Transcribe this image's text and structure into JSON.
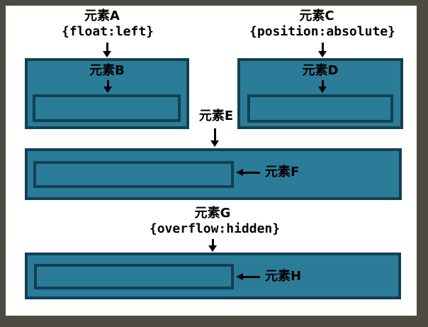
{
  "colors": {
    "frame": "#4c4a42",
    "canvas": "#ffffff",
    "box_fill": "#2b7c98",
    "box_border": "#143f53",
    "arrow": "#000000",
    "text": "#000000"
  },
  "labels": {
    "element_a": "元素A",
    "element_a_css": "{float:left}",
    "element_b": "元素B",
    "element_c": "元素C",
    "element_c_css": "{position:absolute}",
    "element_d": "元素D",
    "element_e": "元素E",
    "element_f": "元素F",
    "element_g": "元素G",
    "element_g_css": "{overflow:hidden}",
    "element_h": "元素H"
  }
}
